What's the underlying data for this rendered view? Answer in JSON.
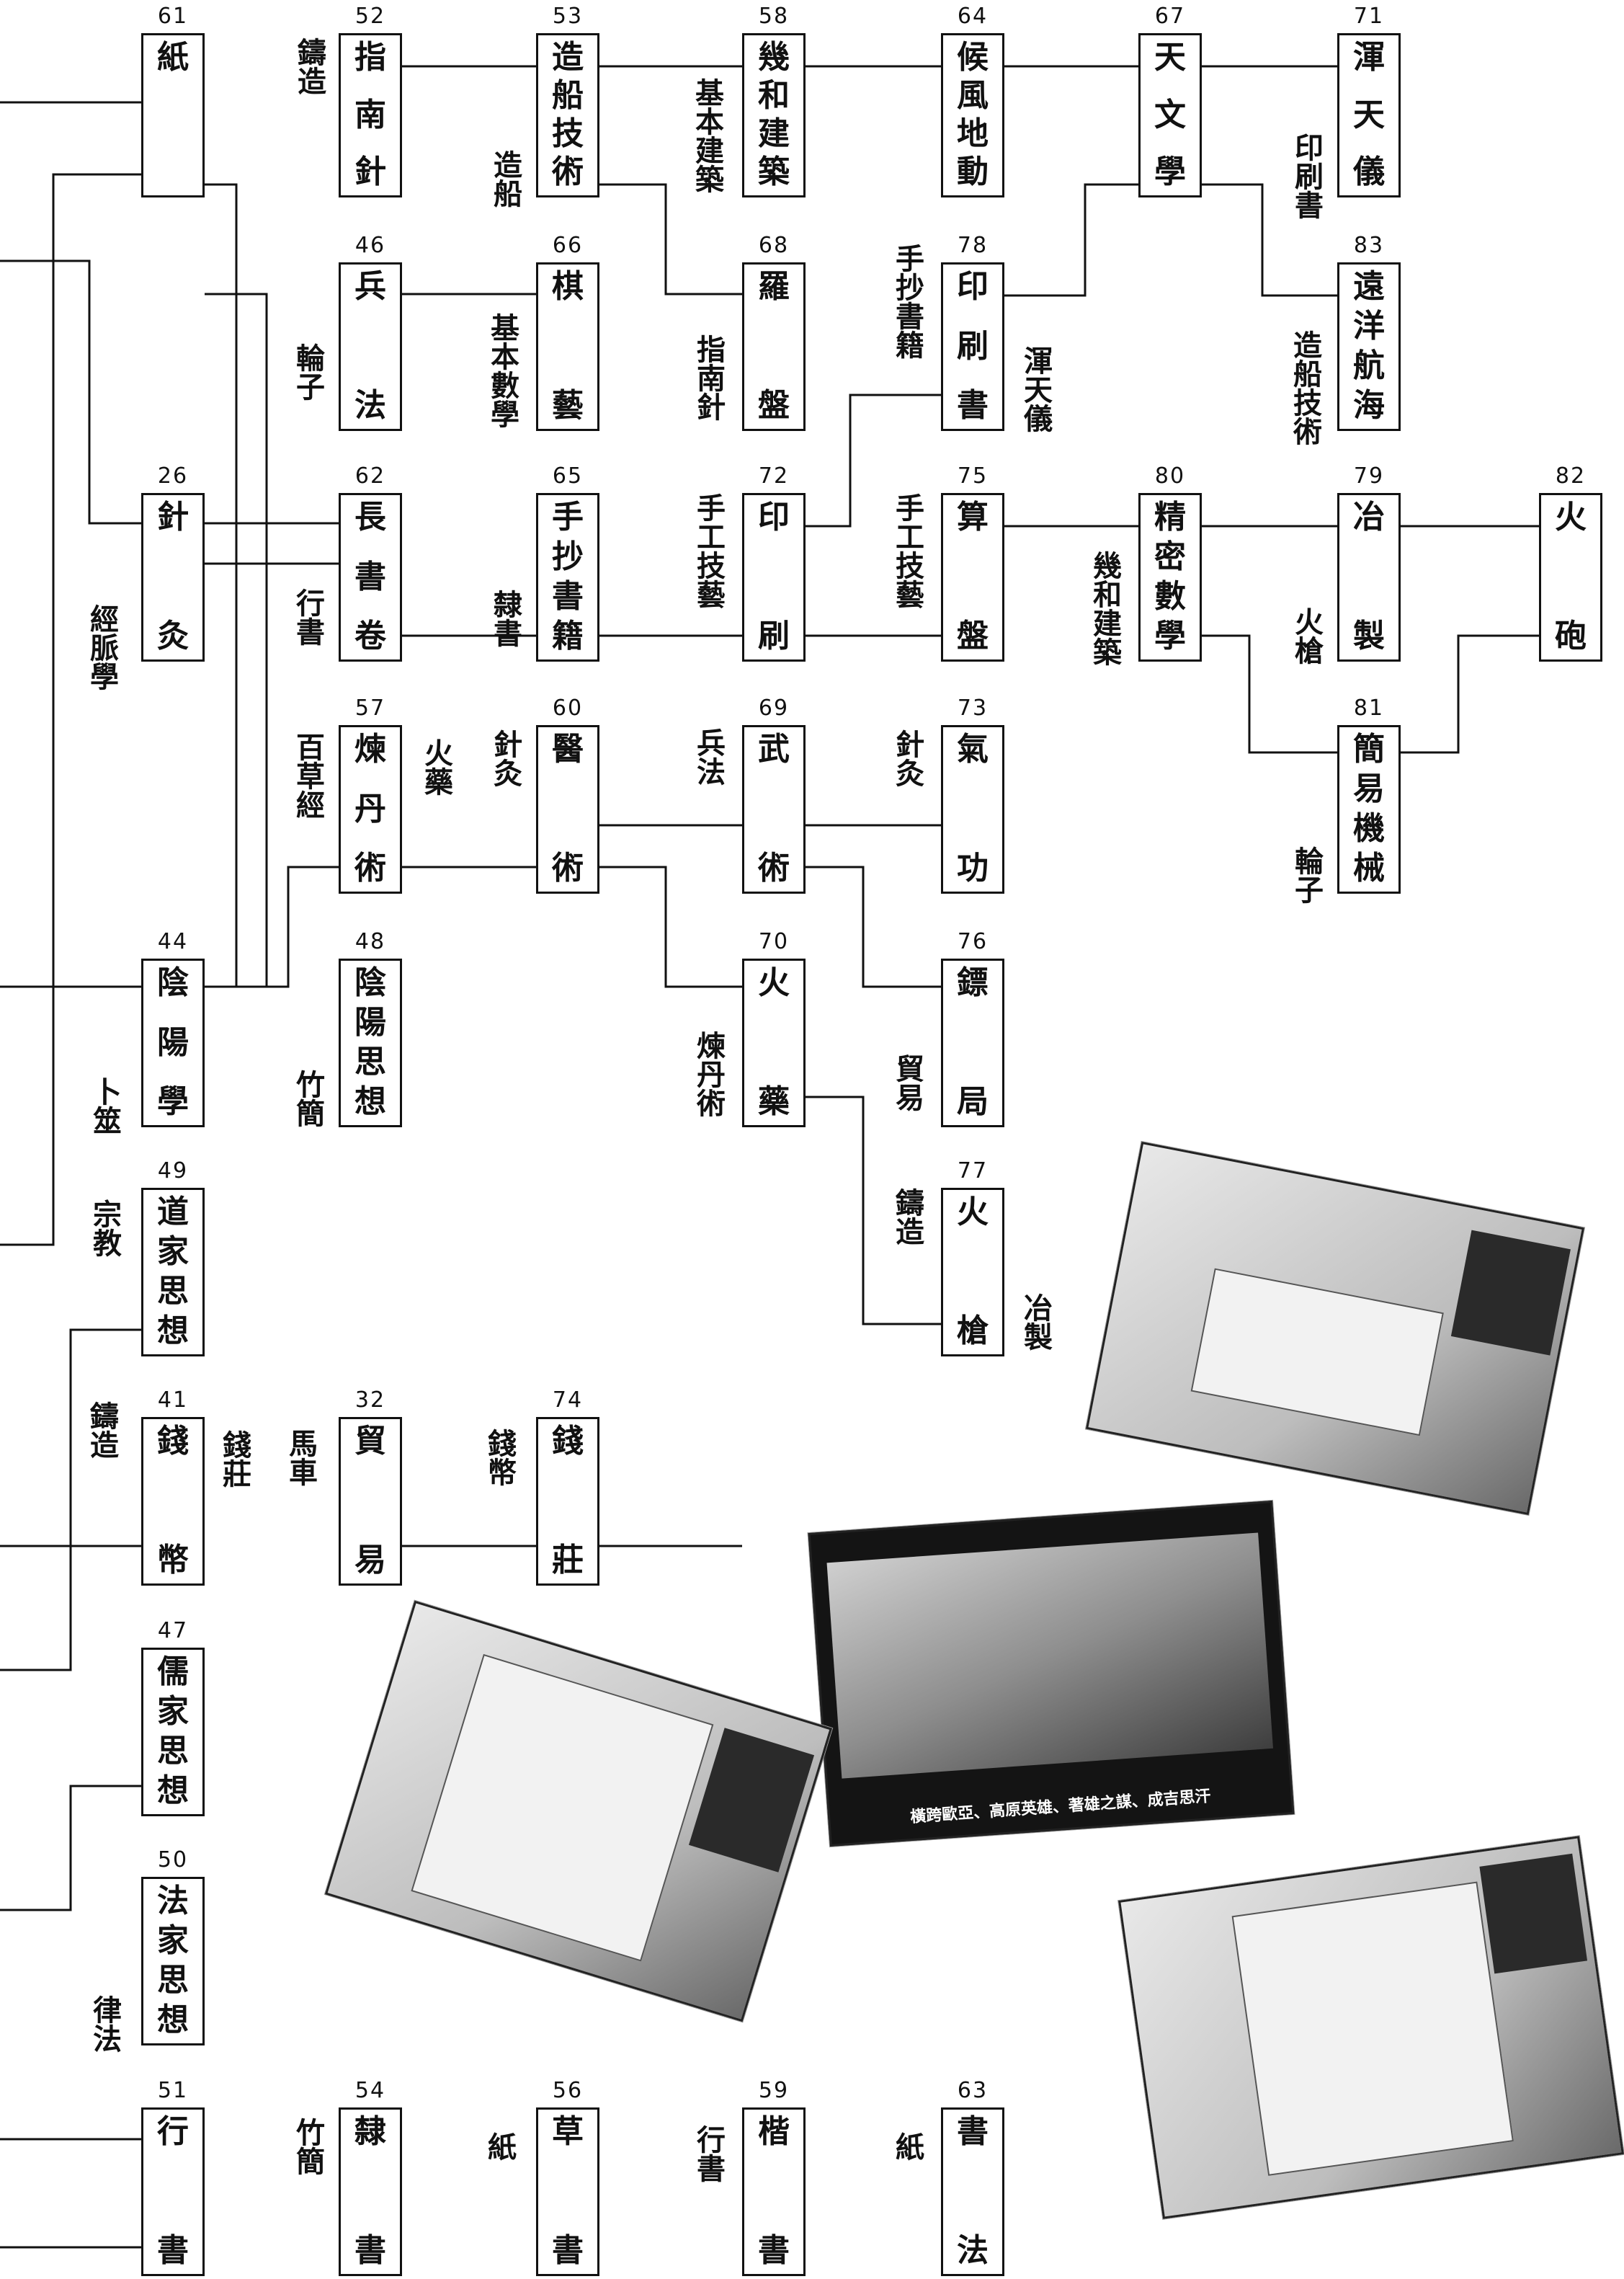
{
  "nodes": {
    "n61": {
      "num": "61",
      "label": "紙"
    },
    "n52": {
      "num": "52",
      "label": "指南針"
    },
    "n53": {
      "num": "53",
      "label": "造船技術"
    },
    "n58": {
      "num": "58",
      "label": "幾和建築"
    },
    "n64": {
      "num": "64",
      "label": "候風地動"
    },
    "n67": {
      "num": "67",
      "label": "天文學"
    },
    "n71": {
      "num": "71",
      "label": "渾天儀"
    },
    "n46": {
      "num": "46",
      "label": "兵法"
    },
    "n66": {
      "num": "66",
      "label": "棋藝"
    },
    "n68": {
      "num": "68",
      "label": "羅盤"
    },
    "n78": {
      "num": "78",
      "label": "印刷書"
    },
    "n83": {
      "num": "83",
      "label": "遠洋航海"
    },
    "n26": {
      "num": "26",
      "label": "針灸"
    },
    "n62": {
      "num": "62",
      "label": "長書卷"
    },
    "n65": {
      "num": "65",
      "label": "手抄書籍"
    },
    "n72": {
      "num": "72",
      "label": "印刷"
    },
    "n75": {
      "num": "75",
      "label": "算盤"
    },
    "n80": {
      "num": "80",
      "label": "精密數學"
    },
    "n79": {
      "num": "79",
      "label": "冶製"
    },
    "n82": {
      "num": "82",
      "label": "火砲"
    },
    "n57": {
      "num": "57",
      "label": "煉丹術"
    },
    "n60": {
      "num": "60",
      "label": "醫術"
    },
    "n69": {
      "num": "69",
      "label": "武術"
    },
    "n73": {
      "num": "73",
      "label": "氣功"
    },
    "n81": {
      "num": "81",
      "label": "簡易機械"
    },
    "n44": {
      "num": "44",
      "label": "陰陽學"
    },
    "n48": {
      "num": "48",
      "label": "陰陽思想"
    },
    "n70": {
      "num": "70",
      "label": "火藥"
    },
    "n76": {
      "num": "76",
      "label": "鏢局"
    },
    "n49": {
      "num": "49",
      "label": "道家思想"
    },
    "n77": {
      "num": "77",
      "label": "火槍"
    },
    "n41": {
      "num": "41",
      "label": "錢幣"
    },
    "n32": {
      "num": "32",
      "label": "貿易"
    },
    "n74": {
      "num": "74",
      "label": "錢莊"
    },
    "n47": {
      "num": "47",
      "label": "儒家思想"
    },
    "n50": {
      "num": "50",
      "label": "法家思想"
    },
    "n51": {
      "num": "51",
      "label": "行書"
    },
    "n54": {
      "num": "54",
      "label": "隸書"
    },
    "n56": {
      "num": "56",
      "label": "草書"
    },
    "n59": {
      "num": "59",
      "label": "楷書"
    },
    "n63": {
      "num": "63",
      "label": "書法"
    }
  },
  "requirements": {
    "r_52": "鑄造",
    "r_53": "造船",
    "r_58": "基本建築",
    "r_71": "印刷書",
    "r_46": "輪子",
    "r_66": "基本數學",
    "r_68": "指南針",
    "r_78a": "手抄書籍",
    "r_78b": "渾天儀",
    "r_83": "造船技術",
    "r_26": "經脈學",
    "r_62": "行書",
    "r_65": "隸書",
    "r_72": "手工技藝",
    "r_75": "手工技藝",
    "r_80": "幾和建築",
    "r_79": "火槍",
    "r_57a": "百草經",
    "r_57b": "火藥",
    "r_60": "針灸",
    "r_69": "兵法",
    "r_73": "針灸",
    "r_81": "輪子",
    "r_44": "卜筮",
    "r_48": "竹簡",
    "r_70": "煉丹術",
    "r_76": "貿易",
    "r_49": "宗教",
    "r_77a": "鑄造",
    "r_77b": "冶製",
    "r_41a": "鑄造",
    "r_41b": "錢莊",
    "r_32": "馬車",
    "r_74": "錢幣",
    "r_50": "律法",
    "r_54": "竹簡",
    "r_56": "紙",
    "r_59": "行書",
    "r_63": "紙"
  },
  "screenshots": {
    "mongol_caption": "橫跨歐亞、高原英雄、著雄之謀、成吉思汗"
  }
}
